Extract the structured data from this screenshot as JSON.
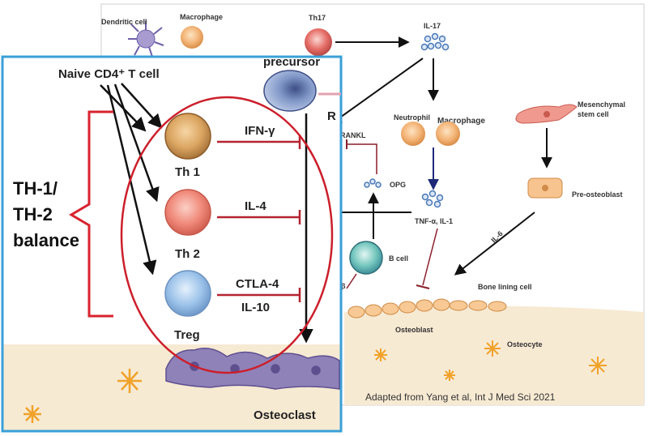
{
  "background_figure": {
    "cells": {
      "dendritic": "Dendritic cell",
      "macrophage_top": "Macrophage",
      "th17": "Th17",
      "il17": "IL-17",
      "neutrophil": "Neutrophil",
      "macrophage_mid": "Macrophage",
      "mesenchymal": "Mesenchymal stem cell",
      "mesenchymal_line1": "Mesenchymal",
      "mesenchymal_line2": "stem cell",
      "pre_osteoblast": "Pre-osteoblast",
      "rankl": "RANKL",
      "opg": "OPG",
      "tnf": "TNF-α, IL-1",
      "il6": "IL-6",
      "b_cell": "B cell",
      "bone_lining": "Bone lining cell",
      "osteoblast": "Osteoblast",
      "osteocyte": "Osteocyte",
      "precursor": "precursor",
      "r_fragment": "R",
      "beta_fragment": "-β"
    },
    "credit": "Adapted from Yang et al, Int J Med Sci 2021"
  },
  "inset": {
    "naive_label": "Naive CD4⁺ T cell",
    "th1": "Th 1",
    "th2": "Th 2",
    "treg": "Treg",
    "ifn": "IFN-γ",
    "il4": "IL-4",
    "ctla4": "CTLA-4",
    "il10": "IL-10",
    "osteoclast": "Osteoclast",
    "balance_line1": "TH-1/",
    "balance_line2": "TH-2",
    "balance_line3": "balance"
  },
  "colors": {
    "inset_border": "#3aa0d8",
    "ellipse": "#cc1f2b",
    "bracket": "#d9232e",
    "bone": "#f7ead3",
    "osteoclast": "#7b6aa8",
    "th1": "#d9a560",
    "th2": "#f08a7c",
    "treg": "#9dc3ea",
    "th17": "#e0615e",
    "cytokine_dot": "#4a78b8"
  }
}
